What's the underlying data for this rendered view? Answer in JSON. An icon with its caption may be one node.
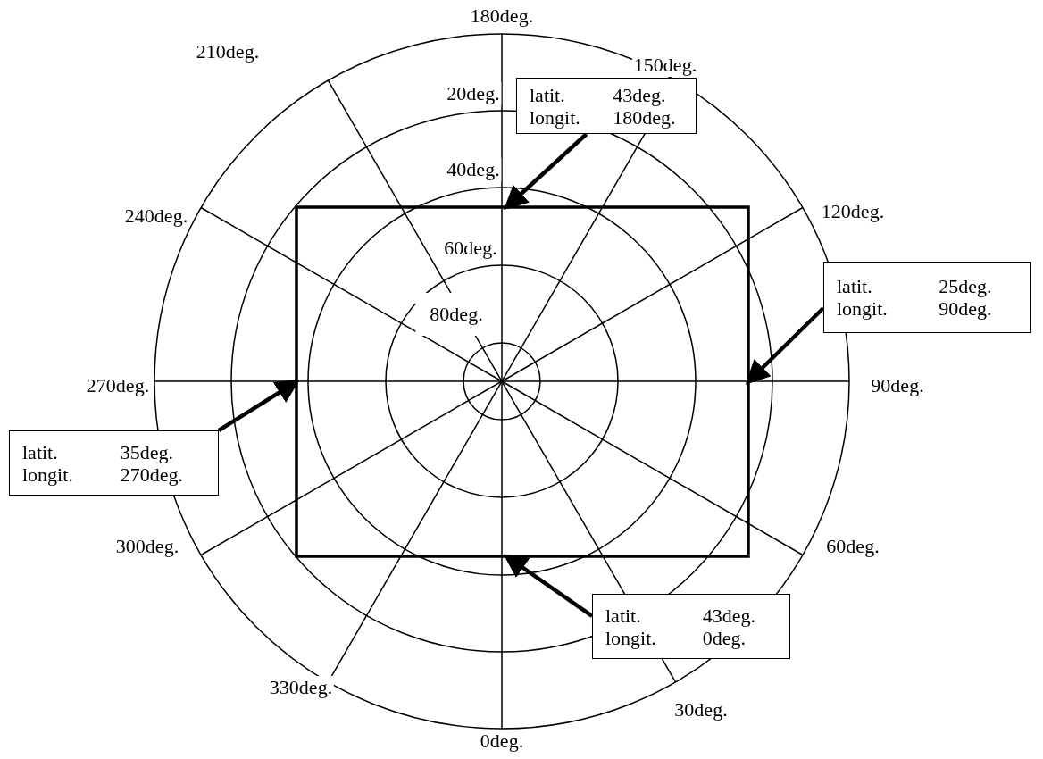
{
  "diagram": {
    "nodes": [
      {
        "text": [],
        "shape": "box"
      },
      {
        "text": [
          "latit.",
          "43deg.",
          "longit.",
          "180deg."
        ]
      },
      {
        "text": [
          "latit.",
          "25deg.",
          "longit.",
          "90deg."
        ]
      },
      {
        "text": [
          "latit.",
          "35deg.",
          "longit.",
          "270deg."
        ]
      },
      {
        "text": [
          "latit.",
          "43deg.",
          "longit.",
          "0deg."
        ]
      }
    ],
    "edges": [
      {
        "from": 1,
        "to": 0,
        "arrow": "to"
      },
      {
        "from": 2,
        "to": 0,
        "arrow": "to"
      },
      {
        "from": 3,
        "to": 0,
        "arrow": "to"
      },
      {
        "from": 4,
        "to": 0,
        "arrow": "to"
      }
    ],
    "labels": [
      "180deg.",
      "150deg.",
      "210deg.",
      "20deg.",
      "40deg.",
      "120deg.",
      "240deg.",
      "60deg.",
      "80deg.",
      "270deg.",
      "90deg.",
      "300deg.",
      "60deg.",
      "330deg.",
      "30deg.",
      "0deg."
    ]
  }
}
